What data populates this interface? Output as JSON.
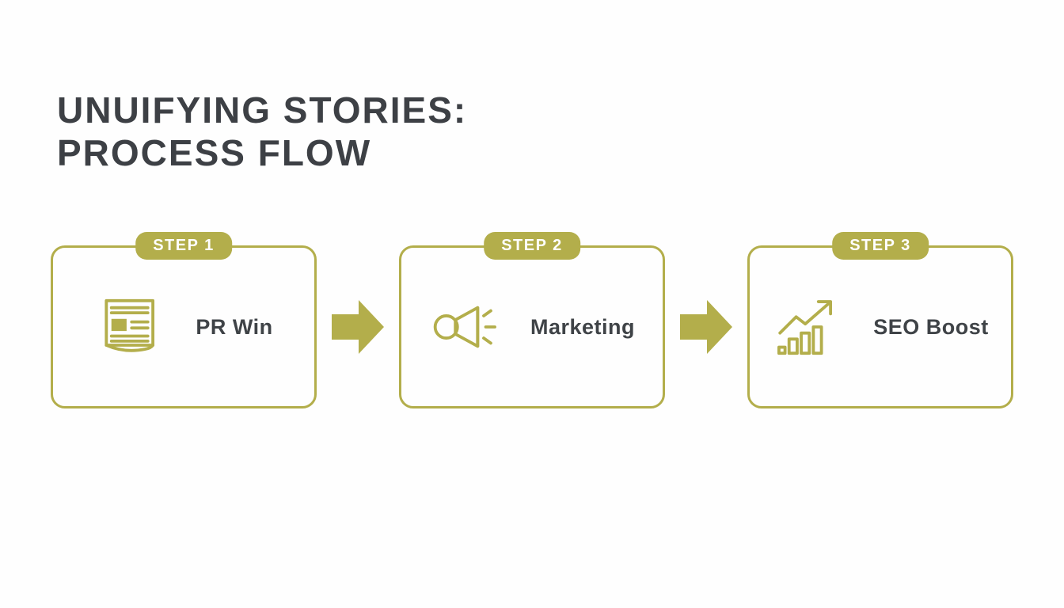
{
  "title": {
    "line1": "UNUIFYING STORIES:",
    "line2": "PROCESS FLOW"
  },
  "colors": {
    "accent": "#b3ae4b",
    "heading": "#3d4045",
    "label": "#3f4347",
    "background": "#fefefe"
  },
  "steps": [
    {
      "badge": "STEP 1",
      "label": "PR Win",
      "icon": "newspaper-icon"
    },
    {
      "badge": "STEP 2",
      "label": "Marketing",
      "icon": "megaphone-icon"
    },
    {
      "badge": "STEP 3",
      "label": "SEO Boost",
      "icon": "growth-chart-icon"
    }
  ],
  "connectors": [
    {
      "icon": "arrow-right-icon"
    },
    {
      "icon": "arrow-right-icon"
    }
  ]
}
